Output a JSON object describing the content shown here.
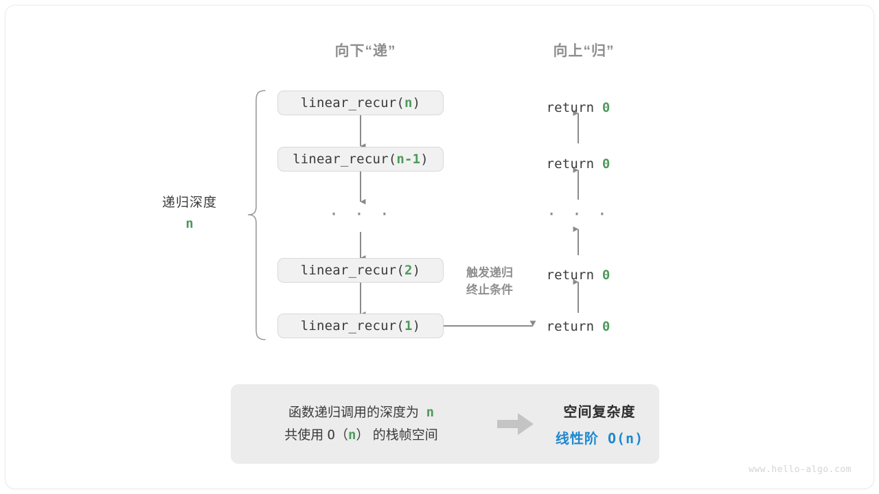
{
  "diagram": {
    "title_down": "向下“递”",
    "title_up": "向上“归”",
    "depth_label": {
      "text": "递归深度",
      "value": "n"
    },
    "trigger_note": {
      "line1": "触发递归",
      "line2": "终止条件"
    },
    "ellipsis": "· · ·",
    "call_stack": [
      {
        "prefix": "linear_recur(",
        "arg": "n",
        "suffix": ")"
      },
      {
        "prefix": "linear_recur(",
        "arg": "n-1",
        "suffix": ")"
      },
      {
        "prefix": "linear_recur(",
        "arg": "2",
        "suffix": ")"
      },
      {
        "prefix": "linear_recur(",
        "arg": "1",
        "suffix": ")"
      }
    ],
    "returns": [
      {
        "keyword": "return",
        "value": "0"
      },
      {
        "keyword": "return",
        "value": "0"
      },
      {
        "keyword": "return",
        "value": "0"
      },
      {
        "keyword": "return",
        "value": "0"
      }
    ]
  },
  "summary": {
    "left_line1_a": "函数递归调用的深度为",
    "left_line1_n": "n",
    "left_line2_a": "共使用",
    "left_line2_o": "O（",
    "left_line2_n": "n",
    "left_line2_c": "）",
    "left_line2_b": "的栈帧空间",
    "right_line1": "空间复杂度",
    "right_line2_a": "线性阶",
    "right_line2_b": "O(n)"
  },
  "watermark": "www.hello-algo.com",
  "colors": {
    "accent_green": "#4d9a5a",
    "accent_blue": "#1e88cf",
    "stroke_gray": "#8a8a8a",
    "box_fill": "#f1f1f1",
    "panel_fill": "#ececec"
  }
}
